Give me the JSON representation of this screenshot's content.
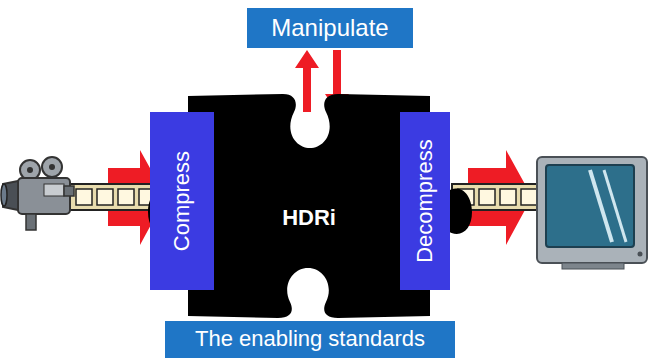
{
  "diagram": {
    "nodes": [
      {
        "text": [
          "Manipulate"
        ]
      },
      {
        "text": [
          "Compress"
        ]
      },
      {
        "text": [
          "HDRi"
        ]
      },
      {
        "text": [
          "Decompress"
        ]
      },
      {
        "text": [
          "The enabling standards"
        ]
      }
    ],
    "edges": [
      {
        "from": 2,
        "to": 0,
        "arrow": "to"
      },
      {
        "from": 0,
        "to": 2,
        "arrow": "to"
      }
    ]
  }
}
